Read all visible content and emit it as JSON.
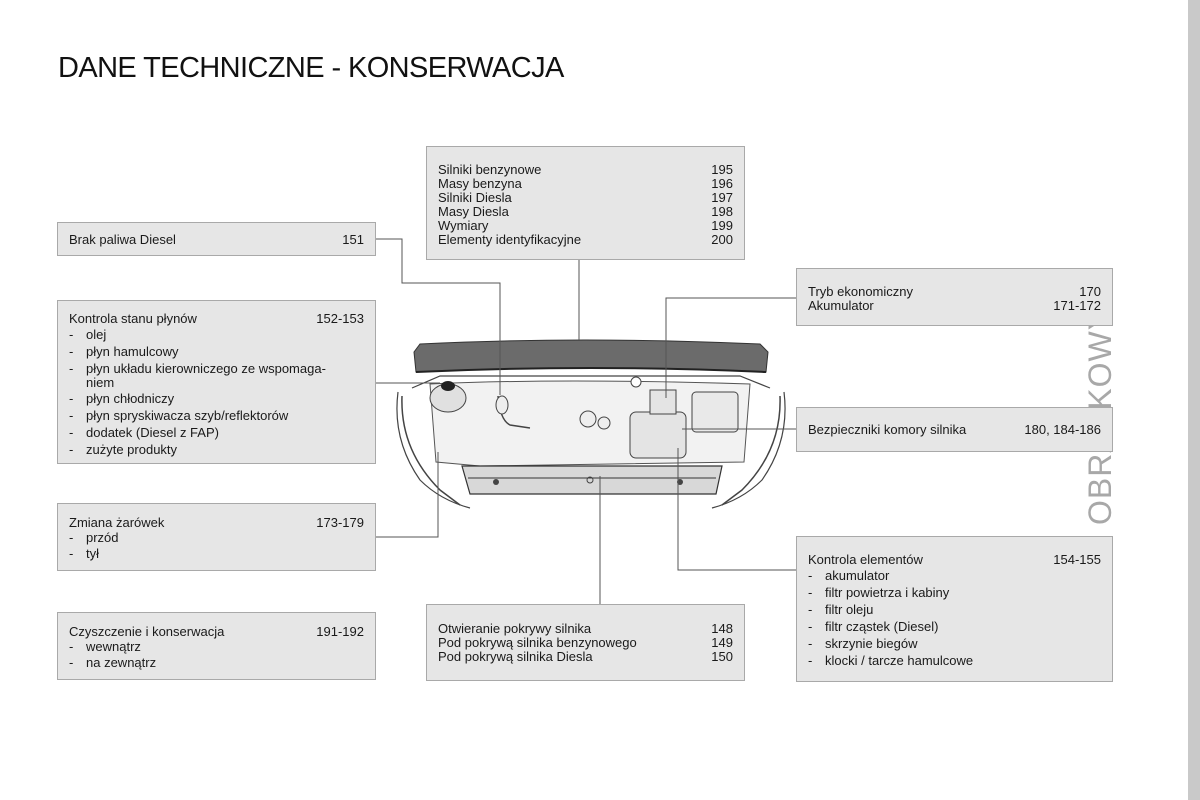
{
  "title": "DANE TECHNICZNE - KONSERWACJA",
  "side_label": "INDEKS OBRAZKOWY",
  "box_top_center": {
    "rows": [
      {
        "label": "Silniki benzynowe",
        "page": "195"
      },
      {
        "label": "Masy benzyna",
        "page": "196"
      },
      {
        "label": "Silniki Diesla",
        "page": "197"
      },
      {
        "label": "Masy Diesla",
        "page": "198"
      },
      {
        "label": "Wymiary",
        "page": "199"
      },
      {
        "label": "Elementy identyfikacyjne",
        "page": "200"
      }
    ]
  },
  "box_brak_paliwa": {
    "label": "Brak paliwa Diesel",
    "page": "151"
  },
  "box_kontrola_plynow": {
    "label": "Kontrola stanu płynów",
    "page": "152-153",
    "items": [
      "olej",
      "płyn hamulcowy",
      "płyn układu kierowniczego ze wspomaga-",
      "płyn chłodniczy",
      "płyn spryskiwacza szyb/reflektorów",
      "dodatek (Diesel z FAP)",
      "zużyte produkty"
    ],
    "item_continuation": "niem"
  },
  "box_zarowki": {
    "label": "Zmiana żarówek",
    "page": "173-179",
    "items": [
      "przód",
      "tył"
    ]
  },
  "box_czyszczenie": {
    "label": "Czyszczenie i konserwacja",
    "page": "191-192",
    "items": [
      "wewnątrz",
      "na zewnątrz"
    ]
  },
  "box_otwieranie": {
    "rows": [
      {
        "label": "Otwieranie pokrywy silnika",
        "page": "148"
      },
      {
        "label": "Pod pokrywą silnika benzynowego",
        "page": "149"
      },
      {
        "label": "Pod pokrywą silnika Diesla",
        "page": "150"
      }
    ]
  },
  "box_tryb": {
    "rows": [
      {
        "label": "Tryb ekonomiczny",
        "page": "170"
      },
      {
        "label": "Akumulator",
        "page": "171-172"
      }
    ]
  },
  "box_bezpieczniki": {
    "label": "Bezpieczniki komory silnika",
    "page": "180, 184-186"
  },
  "box_kontrola_elementow": {
    "label": "Kontrola elementów",
    "page": "154-155",
    "items": [
      "akumulator",
      "filtr powietrza i kabiny",
      "filtr oleju",
      "filtr cząstek (Diesel)",
      "skrzynie biegów",
      "klocki / tarcze hamulcowe"
    ]
  },
  "colors": {
    "box_bg": "#e6e6e6",
    "box_border": "#a9a9a9",
    "side_text": "#a8a8a8",
    "side_strip": "#c9c9c9"
  }
}
